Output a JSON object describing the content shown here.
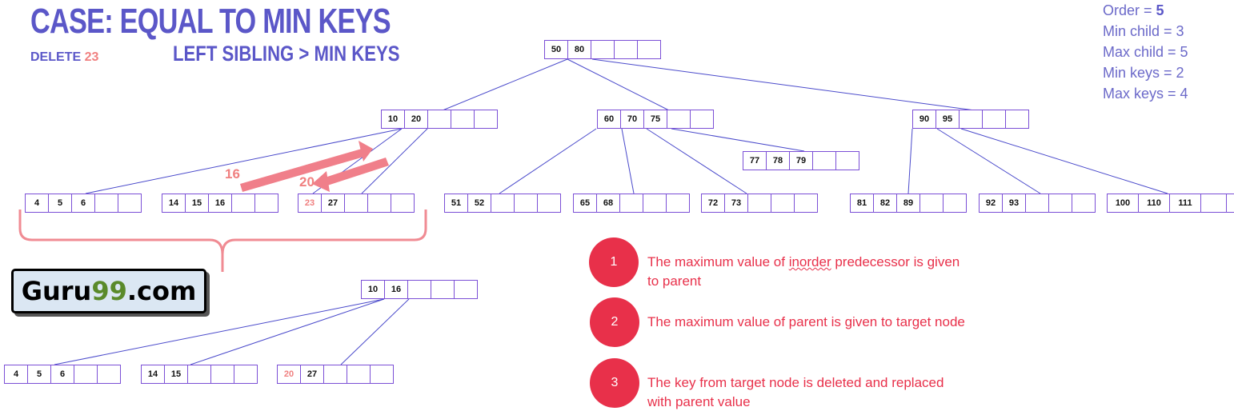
{
  "header": {
    "title": "CASE: EQUAL TO MIN KEYS",
    "subtitle": "LEFT SIBLING > MIN KEYS",
    "delete_label": "DELETE",
    "delete_value": "23"
  },
  "params": {
    "order_label": "Order = ",
    "order_value": "5",
    "min_child": "Min child = 3",
    "max_child": "Max child = 5",
    "min_keys": "Min keys = 2",
    "max_keys": "Max keys = 4"
  },
  "tree_before": {
    "root": [
      "50",
      "80",
      "",
      "",
      ""
    ],
    "level1": [
      [
        "10",
        "20",
        "",
        "",
        ""
      ],
      [
        "60",
        "70",
        "75",
        "",
        ""
      ],
      [
        "90",
        "95",
        "",
        "",
        ""
      ]
    ],
    "extra_node": [
      "77",
      "78",
      "79",
      "",
      ""
    ],
    "leaves": [
      [
        "4",
        "5",
        "6",
        "",
        ""
      ],
      [
        "14",
        "15",
        "16",
        "",
        ""
      ],
      [
        "23",
        "27",
        "",
        "",
        ""
      ],
      [
        "51",
        "52",
        "",
        "",
        ""
      ],
      [
        "65",
        "68",
        "",
        "",
        ""
      ],
      [
        "72",
        "73",
        "",
        "",
        ""
      ],
      [
        "81",
        "82",
        "89",
        "",
        ""
      ],
      [
        "92",
        "93",
        "",
        "",
        ""
      ],
      [
        "100",
        "110",
        "111",
        ""
      ]
    ]
  },
  "arrows": {
    "label_up": "16",
    "label_down": "20"
  },
  "tree_after": {
    "root": [
      "10",
      "16",
      "",
      "",
      ""
    ],
    "leaves": [
      [
        "4",
        "5",
        "6",
        "",
        ""
      ],
      [
        "14",
        "15",
        "",
        "",
        ""
      ],
      [
        "20",
        "27",
        "",
        "",
        ""
      ]
    ]
  },
  "logo": {
    "part1": "Guru",
    "part2": "99",
    "part3": ".com"
  },
  "steps": [
    {
      "num": "1",
      "text_a": "The maximum value of ",
      "text_b": "inorder",
      "text_c": " predecessor is given",
      "text_d": "to parent"
    },
    {
      "num": "2",
      "text": "The maximum value of parent is given to target node"
    },
    {
      "num": "3",
      "text_a": "The key from target node is deleted and replaced",
      "text_b": "with parent value"
    }
  ],
  "colors": {
    "accent": "#5b57c8",
    "highlight": "#f08080",
    "step": "#e8304a",
    "node_border": "#7b4fd6",
    "edge": "#4a4acb"
  }
}
